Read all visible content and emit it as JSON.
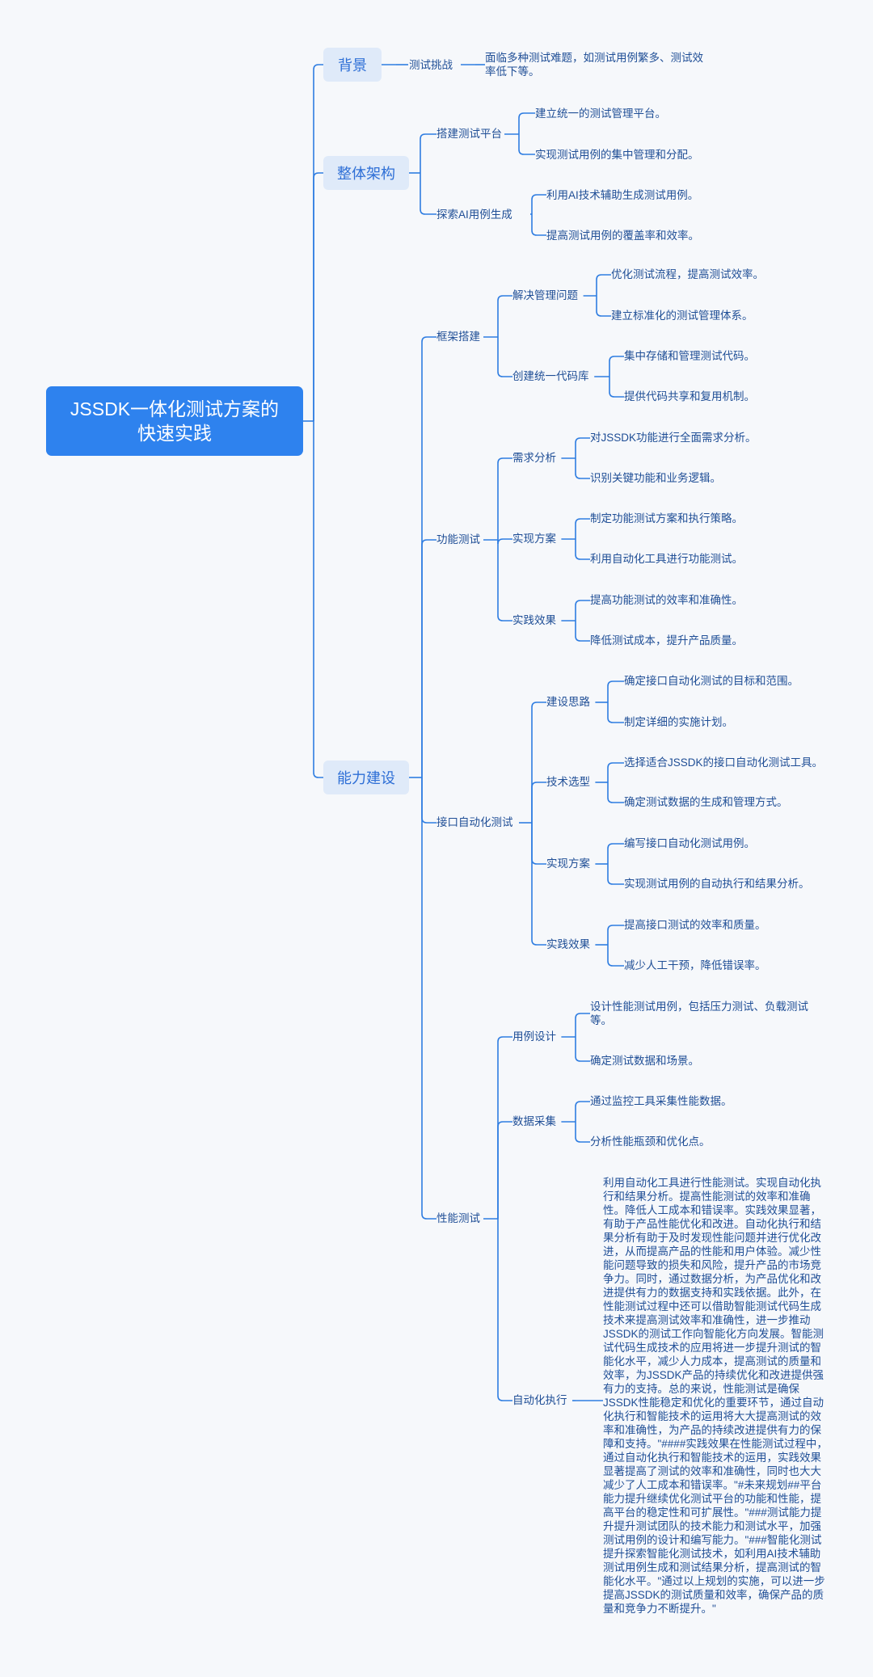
{
  "root": "JSSDK一体化测试方案的快速实践",
  "colors": {
    "line": "#2f7de1",
    "root_bg": "#2e82ee",
    "l1_bg": "#dfeaf9",
    "l1_text": "#2e6fd6",
    "text": "#1f4e96",
    "background": "#f6f8fb"
  },
  "branches": [
    {
      "label": "背景",
      "children": [
        {
          "label": "测试挑战",
          "children": [
            {
              "label": "面临多种测试难题，如测试用例繁多、测试效率低下等。"
            }
          ]
        }
      ]
    },
    {
      "label": "整体架构",
      "children": [
        {
          "label": "搭建测试平台",
          "children": [
            {
              "label": "建立统一的测试管理平台。"
            },
            {
              "label": "实现测试用例的集中管理和分配。"
            }
          ]
        },
        {
          "label": "探索AI用例生成",
          "children": [
            {
              "label": "利用AI技术辅助生成测试用例。"
            },
            {
              "label": "提高测试用例的覆盖率和效率。"
            }
          ]
        }
      ]
    },
    {
      "label": "能力建设",
      "children": [
        {
          "label": "框架搭建",
          "children": [
            {
              "label": "解决管理问题",
              "children": [
                {
                  "label": "优化测试流程，提高测试效率。"
                },
                {
                  "label": "建立标准化的测试管理体系。"
                }
              ]
            },
            {
              "label": "创建统一代码库",
              "children": [
                {
                  "label": "集中存储和管理测试代码。"
                },
                {
                  "label": "提供代码共享和复用机制。"
                }
              ]
            }
          ]
        },
        {
          "label": "功能测试",
          "children": [
            {
              "label": "需求分析",
              "children": [
                {
                  "label": "对JSSDK功能进行全面需求分析。"
                },
                {
                  "label": "识别关键功能和业务逻辑。"
                }
              ]
            },
            {
              "label": "实现方案",
              "children": [
                {
                  "label": "制定功能测试方案和执行策略。"
                },
                {
                  "label": "利用自动化工具进行功能测试。"
                }
              ]
            },
            {
              "label": "实践效果",
              "children": [
                {
                  "label": "提高功能测试的效率和准确性。"
                },
                {
                  "label": "降低测试成本，提升产品质量。"
                }
              ]
            }
          ]
        },
        {
          "label": "接口自动化测试",
          "children": [
            {
              "label": "建设思路",
              "children": [
                {
                  "label": "确定接口自动化测试的目标和范围。"
                },
                {
                  "label": "制定详细的实施计划。"
                }
              ]
            },
            {
              "label": "技术选型",
              "children": [
                {
                  "label": "选择适合JSSDK的接口自动化测试工具。"
                },
                {
                  "label": "确定测试数据的生成和管理方式。"
                }
              ]
            },
            {
              "label": "实现方案",
              "children": [
                {
                  "label": "编写接口自动化测试用例。"
                },
                {
                  "label": "实现测试用例的自动执行和结果分析。"
                }
              ]
            },
            {
              "label": "实践效果",
              "children": [
                {
                  "label": "提高接口测试的效率和质量。"
                },
                {
                  "label": "减少人工干预，降低错误率。"
                }
              ]
            }
          ]
        },
        {
          "label": "性能测试",
          "children": [
            {
              "label": "用例设计",
              "children": [
                {
                  "label": "设计性能测试用例，包括压力测试、负载测试等。"
                },
                {
                  "label": "确定测试数据和场景。"
                }
              ]
            },
            {
              "label": "数据采集",
              "children": [
                {
                  "label": "通过监控工具采集性能数据。"
                },
                {
                  "label": "分析性能瓶颈和优化点。"
                }
              ]
            },
            {
              "label": "自动化执行",
              "children": [
                {
                  "label": "利用自动化工具进行性能测试。实现自动化执行和结果分析。提高性能测试的效率和准确性。降低人工成本和错误率。实践效果显著，有助于产品性能优化和改进。自动化执行和结果分析有助于及时发现性能问题并进行优化改进，从而提高产品的性能和用户体验。减少性能问题导致的损失和风险，提升产品的市场竞争力。同时，通过数据分析，为产品优化和改进提供有力的数据支持和实践依据。此外，在性能测试过程中还可以借助智能测试代码生成技术来提高测试效率和准确性，进一步推动JSSDK的测试工作向智能化方向发展。智能测试代码生成技术的应用将进一步提升测试的智能化水平，减少人力成本，提高测试的质量和效率，为JSSDK产品的持续优化和改进提供强有力的支持。总的来说，性能测试是确保JSSDK性能稳定和优化的重要环节，通过自动化执行和智能技术的运用将大大提高测试的效率和准确性，为产品的持续改进提供有力的保障和支持。\"####实践效果在性能测试过程中，通过自动化执行和智能技术的运用，实践效果显著提高了测试的效率和准确性，同时也大大减少了人工成本和错误率。\"#未来规划##平台能力提升继续优化测试平台的功能和性能，提高平台的稳定性和可扩展性。\"###测试能力提升提升测试团队的技术能力和测试水平，加强测试用例的设计和编写能力。\"###智能化测试提升探索智能化测试技术，如利用AI技术辅助测试用例生成和测试结果分析，提高测试的智能化水平。\"通过以上规划的实施，可以进一步提高JSSDK的测试质量和效率，确保产品的质量和竞争力不断提升。\""
                }
              ]
            }
          ]
        }
      ]
    }
  ]
}
